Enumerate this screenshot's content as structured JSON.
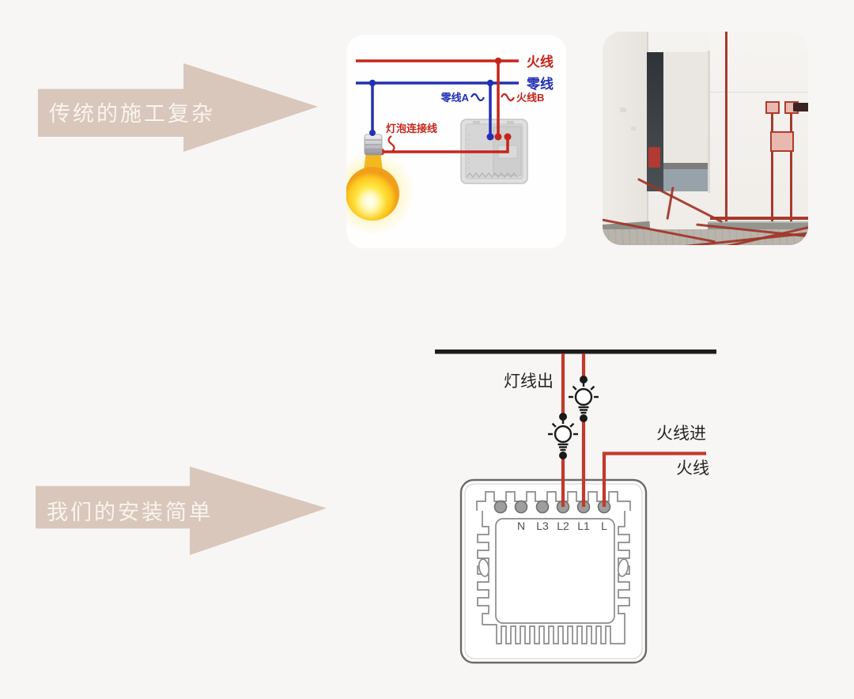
{
  "colors": {
    "page_bg": "#f7f6f5",
    "arrow_fill": "#d9c7bb",
    "arrow_text": "#f9f4ef",
    "live_wire_red": "#c6251b",
    "neutral_wire_blue": "#2230b4",
    "bottom_wire_red": "#c2392c",
    "busbar_black": "#1d1d1d",
    "terminal_gray": "#9e9e9e"
  },
  "traditional": {
    "arrow_label": "传统的施工复杂",
    "wiring": {
      "live_label": "火线",
      "neutral_label": "零线",
      "neutral_branch_label": "零线A",
      "live_branch_label": "火线B",
      "bulb_wire_label": "灯泡连接线"
    }
  },
  "simple": {
    "arrow_label": "我们的安装简单",
    "wiring": {
      "lamp_out_label": "灯线出",
      "live_in_label": "火线进",
      "live_label": "火线",
      "terminals": [
        "N",
        "L3",
        "L2",
        "L1",
        "L"
      ]
    }
  }
}
